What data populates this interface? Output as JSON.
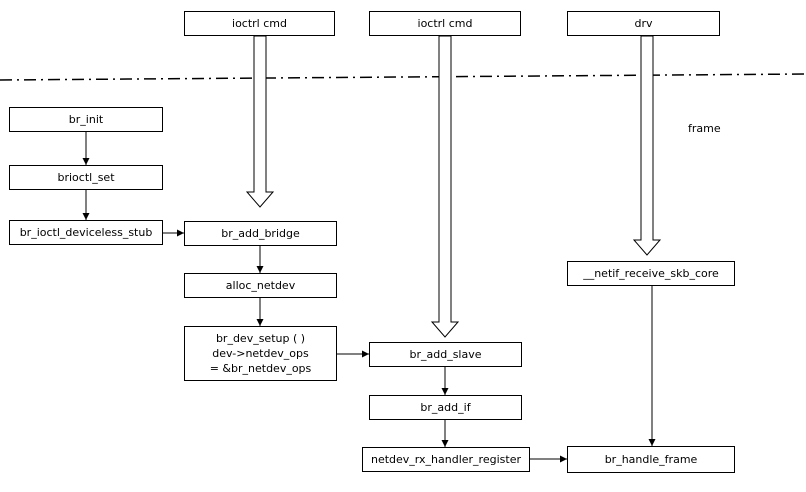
{
  "sources": {
    "ioctrl_left": "ioctrl cmd",
    "ioctrl_mid": "ioctrl cmd",
    "drv": "drv"
  },
  "annotation": "frame",
  "nodes": {
    "br_init": "br_init",
    "brioctl_set": "brioctl_set",
    "br_ioctl_deviceless_stub": "br_ioctl_deviceless_stub",
    "br_add_bridge": "br_add_bridge",
    "alloc_netdev": "alloc_netdev",
    "br_dev_setup": [
      "br_dev_setup ( )",
      "dev->netdev_ops",
      "= &br_netdev_ops"
    ],
    "br_add_slave": "br_add_slave",
    "br_add_if": "br_add_if",
    "netdev_rx_handler_register": "netdev_rx_handler_register",
    "netif_receive_skb_core": "__netif_receive_skb_core",
    "br_handle_frame": "br_handle_frame"
  }
}
